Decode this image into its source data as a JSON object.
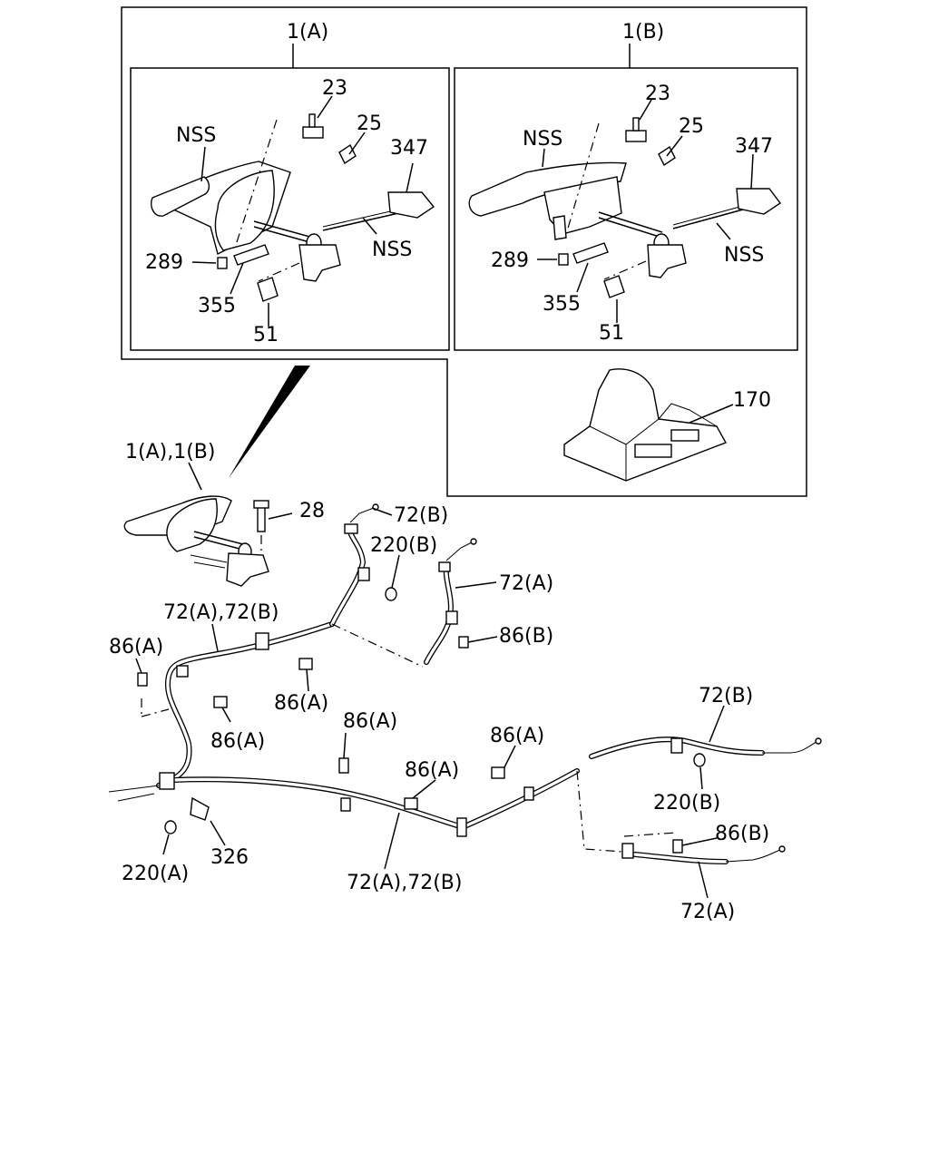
{
  "labels": {
    "l1a": "1(A)",
    "l1b": "1(B)",
    "a_23": "23",
    "a_25": "25",
    "a_nss1": "NSS",
    "a_347": "347",
    "a_nss2": "NSS",
    "a_289": "289",
    "a_355": "355",
    "a_51": "51",
    "b_23": "23",
    "b_25": "25",
    "b_nss1": "NSS",
    "b_347": "347",
    "b_nss2": "NSS",
    "b_289": "289",
    "b_355": "355",
    "b_51": "51",
    "l170": "170",
    "l1ab": "1(A),1(B)",
    "l28": "28",
    "l72b_top": "72(B)",
    "l220b_top": "220(B)",
    "l72a_top": "72(A)",
    "l86b_top": "86(B)",
    "l72ab_left": "72(A),72(B)",
    "l86a_left": "86(A)",
    "l86a_mid": "86(A)",
    "l86a_lower": "86(A)",
    "l86a_center": "86(A)",
    "l86a_c2": "86(A)",
    "l86a_right": "86(A)",
    "l72b_right": "72(B)",
    "l220b_right": "220(B)",
    "l86b_right": "86(B)",
    "l72a_right": "72(A)",
    "l220a": "220(A)",
    "l326": "326",
    "l72ab_bottom": "72(A),72(B)"
  }
}
